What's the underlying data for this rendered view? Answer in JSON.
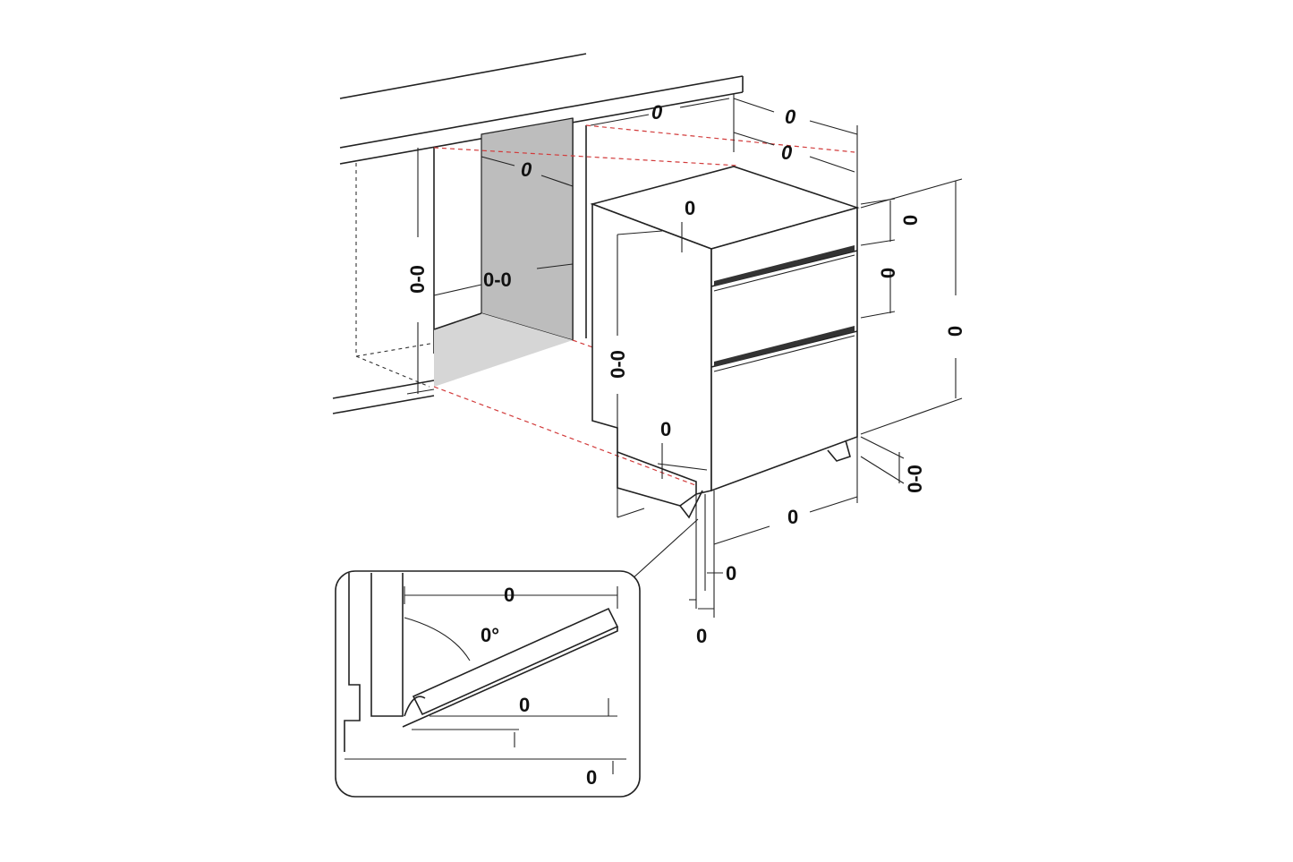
{
  "labels": {
    "cab_width_top": "0",
    "depth_outer": "0",
    "depth_inner": "0",
    "niche_depth": "0",
    "niche_height_left": "0-0",
    "niche_height_inner": "0-0",
    "body_top_gap": "0",
    "body_height_side": "0-0",
    "panel_top": "0",
    "panel_mid": "0",
    "total_height": "0",
    "foot_right": "0-0",
    "foot_left": "0",
    "width_bottom": "0",
    "plinth_a": "0",
    "plinth_b": "0",
    "inset_width": "0",
    "inset_angle": "0°",
    "inset_gap_a": "0",
    "inset_gap_b": "0"
  },
  "colors": {
    "niche_wall": "#bdbdbd",
    "niche_floor": "#d6d6d6",
    "dashed_accent": "#d23b3b",
    "line": "#222222"
  }
}
